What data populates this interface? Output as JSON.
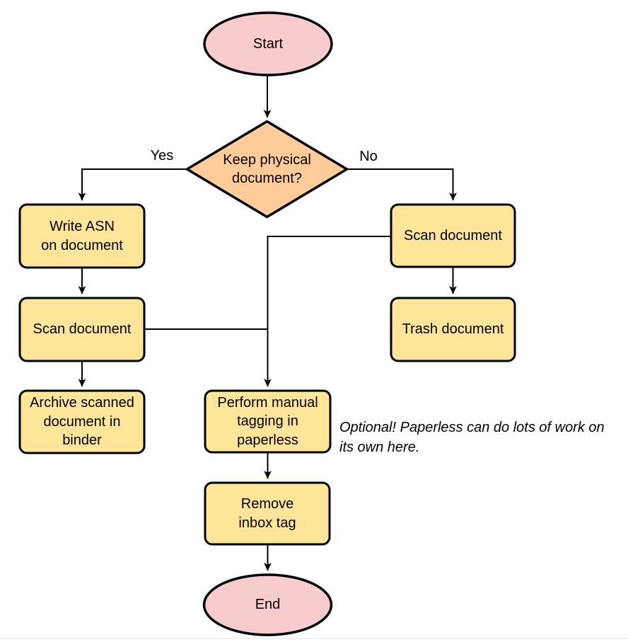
{
  "colors": {
    "terminal_fill": "#F8CCCC",
    "decision_fill": "#FFCC99",
    "process_fill": "#FFE599",
    "stroke": "#000000"
  },
  "nodes": {
    "start": {
      "type": "terminal",
      "label": "Start"
    },
    "decision": {
      "type": "decision",
      "label": "Keep physical\ndocument?"
    },
    "write_asn": {
      "type": "process",
      "label": "Write ASN\non document"
    },
    "scan_left": {
      "type": "process",
      "label": "Scan document"
    },
    "archive": {
      "type": "process",
      "label": "Archive scanned\ndocument in\nbinder"
    },
    "scan_right": {
      "type": "process",
      "label": "Scan document"
    },
    "trash": {
      "type": "process",
      "label": "Trash document"
    },
    "tagging": {
      "type": "process",
      "label": "Perform manual\ntagging in\npaperless"
    },
    "remove_inbox": {
      "type": "process",
      "label": "Remove\ninbox tag"
    },
    "end": {
      "type": "terminal",
      "label": "End"
    }
  },
  "edge_labels": {
    "yes": "Yes",
    "no": "No"
  },
  "annotation": "Optional! Paperless can do lots of work on\nits own here."
}
